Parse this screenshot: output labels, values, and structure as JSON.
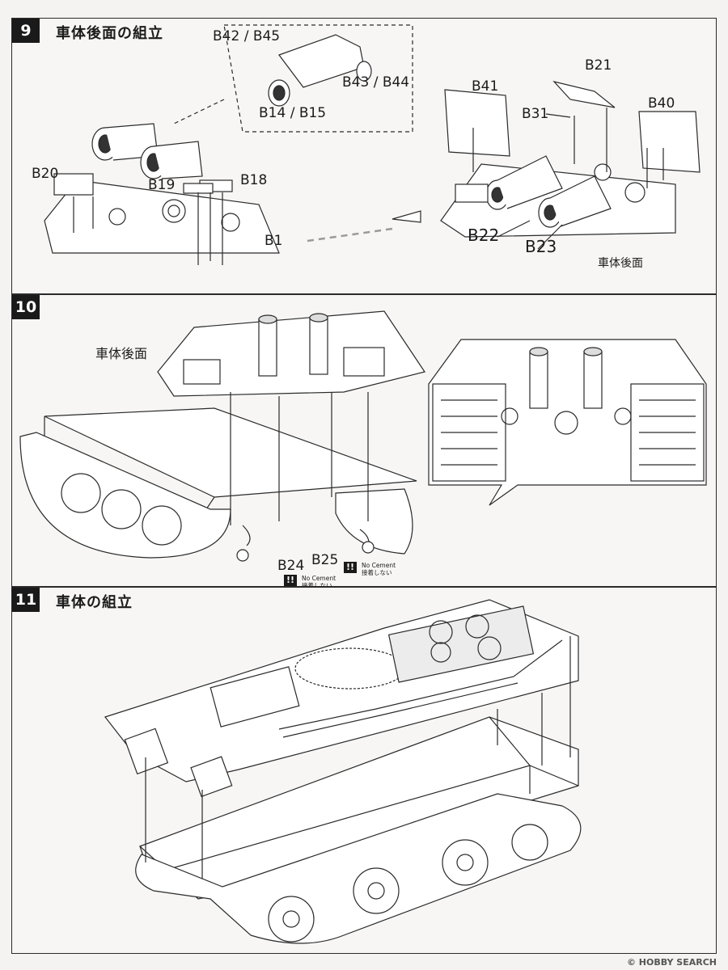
{
  "steps": [
    {
      "num": "9",
      "title": "車体後面の組立"
    },
    {
      "num": "10",
      "title": ""
    },
    {
      "num": "11",
      "title": "車体の組立"
    }
  ],
  "step9": {
    "parts": {
      "b42_b45": "B42 / B45",
      "b43_b44": "B43 / B44",
      "b14_b15": "B14 / B15",
      "b20": "B20",
      "b19": "B19",
      "b18": "B18",
      "b1": "B1",
      "b41": "B41",
      "b21": "B21",
      "b31": "B31",
      "b40": "B40",
      "b22": "B22",
      "b23": "B23"
    },
    "result_label": "車体後面"
  },
  "step10": {
    "rear_label": "車体後面",
    "b24": "B24",
    "b25": "B25",
    "warning_icon": "exclamation-icon",
    "warning_en": "No Cement",
    "warning_jp": "接着しない"
  },
  "footer": {
    "watermark": "© HOBBY SEARCH"
  },
  "colors": {
    "line": "#2a2a2a",
    "paper": "#f7f6f5",
    "badge": "#1a1a1a"
  }
}
